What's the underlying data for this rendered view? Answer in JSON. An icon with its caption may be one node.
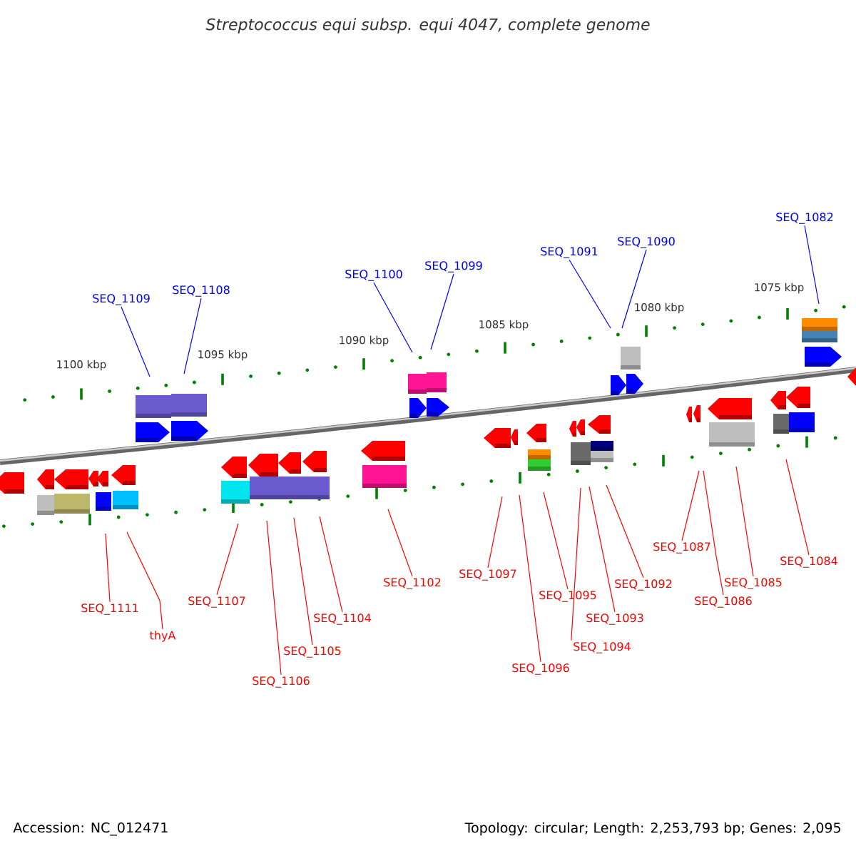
{
  "diagram": {
    "title": "Streptococcus equi subsp. equi 4047, complete genome",
    "nodes": [
      {
        "text": [
          "SEQ_1109"
        ]
      },
      {
        "text": [
          "SEQ_1108"
        ]
      },
      {
        "text": [
          "SEQ_1100"
        ]
      },
      {
        "text": [
          "SEQ_1099"
        ]
      },
      {
        "text": [
          "SEQ_1091"
        ]
      },
      {
        "text": [
          "SEQ_1090"
        ]
      },
      {
        "text": [
          "SEQ_1082"
        ]
      },
      {
        "text": [
          "SEQ_1111"
        ]
      },
      {
        "text": [
          "thyA"
        ]
      },
      {
        "text": [
          "SEQ_1107"
        ]
      },
      {
        "text": [
          "SEQ_1106"
        ]
      },
      {
        "text": [
          "SEQ_1105"
        ]
      },
      {
        "text": [
          "SEQ_1104"
        ]
      },
      {
        "text": [
          "SEQ_1102"
        ]
      },
      {
        "text": [
          "SEQ_1097"
        ]
      },
      {
        "text": [
          "SEQ_1096"
        ]
      },
      {
        "text": [
          "SEQ_1095"
        ]
      },
      {
        "text": [
          "SEQ_1094"
        ]
      },
      {
        "text": [
          "SEQ_1093"
        ]
      },
      {
        "text": [
          "SEQ_1092"
        ]
      },
      {
        "text": [
          "SEQ_1087"
        ]
      },
      {
        "text": [
          "SEQ_1086"
        ]
      },
      {
        "text": [
          "SEQ_1085"
        ]
      },
      {
        "text": [
          "SEQ_1084"
        ]
      }
    ],
    "edges": [
      {
        "from": 0,
        "to": null,
        "arrow": "none",
        "color": "#0000ff"
      },
      {
        "from": 1,
        "to": null,
        "arrow": "none",
        "color": "#0000ff"
      },
      {
        "from": 2,
        "to": null,
        "arrow": "none",
        "color": "#0000ff"
      },
      {
        "from": 3,
        "to": null,
        "arrow": "none",
        "color": "#0000ff"
      },
      {
        "from": 4,
        "to": null,
        "arrow": "none",
        "color": "#0000ff"
      },
      {
        "from": 5,
        "to": null,
        "arrow": "none",
        "color": "#0000ff"
      },
      {
        "from": 6,
        "to": null,
        "arrow": "none",
        "color": "#0000ff"
      },
      {
        "from": 7,
        "to": null,
        "arrow": "none"
      },
      {
        "from": 8,
        "to": null,
        "arrow": "none"
      },
      {
        "from": 9,
        "to": null,
        "arrow": "none"
      },
      {
        "from": 10,
        "to": null,
        "arrow": "none"
      },
      {
        "from": 11,
        "to": null,
        "arrow": "none"
      },
      {
        "from": 12,
        "to": null,
        "arrow": "none"
      },
      {
        "from": 13,
        "to": null,
        "arrow": "none"
      },
      {
        "from": 14,
        "to": null,
        "arrow": "none"
      },
      {
        "from": 15,
        "to": null,
        "arrow": "none"
      },
      {
        "from": 16,
        "to": null,
        "arrow": "none"
      },
      {
        "from": 17,
        "to": null,
        "arrow": "none"
      },
      {
        "from": 18,
        "to": null,
        "arrow": "none"
      },
      {
        "from": 19,
        "to": null,
        "arrow": "none"
      },
      {
        "from": 20,
        "to": null,
        "arrow": "none"
      },
      {
        "from": 21,
        "to": null,
        "arrow": "none"
      },
      {
        "from": 22,
        "to": null,
        "arrow": "none"
      },
      {
        "from": 23,
        "to": null,
        "arrow": "none"
      }
    ],
    "labels": [
      "1100 kbp",
      "1095 kbp",
      "1090 kbp",
      "1085 kbp",
      "1080 kbp",
      "1075 kbp",
      "Accession: NC_012471",
      "Topology: circular; Length: 2,253,793 bp; Genes: 2,095"
    ]
  }
}
